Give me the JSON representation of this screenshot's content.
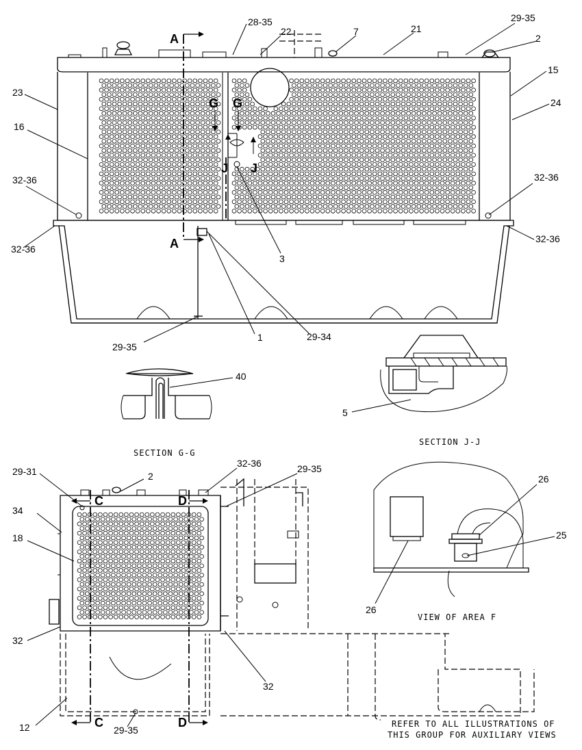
{
  "labels": {
    "top_view": [
      "28-35",
      "22",
      "7",
      "21",
      "29-35",
      "2",
      "15",
      "24",
      "23",
      "16",
      "32-36",
      "32-36",
      "32-36",
      "32-36",
      "3",
      "1",
      "29-34",
      "29-35"
    ],
    "section_g": [
      "40"
    ],
    "section_j": [
      "5"
    ],
    "side_view": [
      "29-31",
      "2",
      "32-36",
      "29-35",
      "34",
      "18",
      "32",
      "32",
      "12",
      "29-35"
    ],
    "area_f": [
      "26",
      "25",
      "26"
    ]
  },
  "section_markers": {
    "a": "A",
    "g": "G",
    "j": "J",
    "c": "C",
    "d": "D"
  },
  "captions": {
    "section_g": "SECTION G-G",
    "section_j": "SECTION J-J",
    "area_f": "VIEW OF AREA F",
    "note_line1": "REFER TO ALL ILLUSTRATIONS OF",
    "note_line2": "THIS GROUP FOR AUXILIARY VIEWS"
  }
}
